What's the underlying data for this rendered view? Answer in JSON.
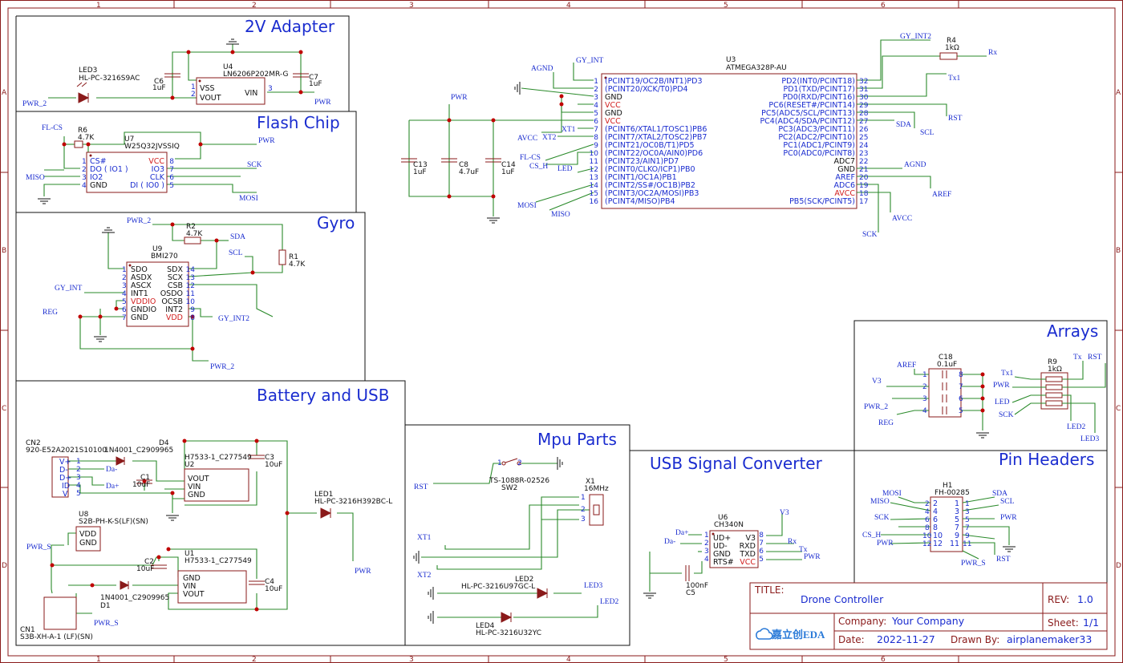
{
  "border": {
    "columns": [
      "1",
      "2",
      "3",
      "4",
      "5",
      "6"
    ],
    "rows": [
      "A",
      "B",
      "C",
      "D"
    ]
  },
  "sections": {
    "adapter": "2V Adapter",
    "flash": "Flash Chip",
    "gyro": "Gyro",
    "battery": "Battery and USB",
    "mpu": "Mpu Parts",
    "usb": "USB Signal Converter",
    "arrays": "Arrays",
    "headers": "Pin Headers"
  },
  "adapter": {
    "led3_ref": "LED3",
    "led3_val": "HL-PC-3216S9AC",
    "c6_ref": "C6",
    "c6_val": "1uF",
    "u4_ref": "U4",
    "u4_val": "LN6206P202MR-G",
    "c7_ref": "C7",
    "c7_val": "1uF",
    "pins": {
      "vss": "VSS",
      "vout": "VOUT",
      "vin": "VIN",
      "p1": "1",
      "p2": "2",
      "p3": "3"
    },
    "nets": {
      "pwr2": "PWR_2",
      "pwr": "PWR"
    }
  },
  "flash": {
    "r6_ref": "R6",
    "r6_val": "4.7K",
    "u7_ref": "U7",
    "u7_val": "W25Q32JVSSIQ",
    "left": [
      "CS#",
      "DO ( IO1 )",
      "IO2",
      "GND"
    ],
    "left_num": [
      "1",
      "2",
      "3",
      "4"
    ],
    "right": [
      "VCC",
      "IO3",
      "CLK",
      "DI ( IO0 )"
    ],
    "right_num": [
      "8",
      "7",
      "6",
      "5"
    ],
    "nets": {
      "flcs": "FL-CS",
      "pwr": "PWR",
      "miso": "MISO",
      "sck": "SCK",
      "mosi": "MOSI"
    }
  },
  "gyro": {
    "r2_ref": "R2",
    "r2_val": "4.7K",
    "r1_ref": "R1",
    "r1_val": "4.7K",
    "u9_ref": "U9",
    "u9_val": "BMI270",
    "left": [
      "SDO",
      "ASDX",
      "ASCX",
      "INT1",
      "VDDIO",
      "GNDIO",
      "GND"
    ],
    "left_num": [
      "1",
      "2",
      "3",
      "4",
      "5",
      "6",
      "7"
    ],
    "right": [
      "SDX",
      "SCX",
      "CSB",
      "OSDO",
      "OCSB",
      "INT2",
      "VDD"
    ],
    "right_num": [
      "14",
      "13",
      "12",
      "11",
      "10",
      "9",
      "8"
    ],
    "nets": {
      "pwr2": "PWR_2",
      "sda": "SDA",
      "scl": "SCL",
      "gyint": "GY_INT",
      "reg": "REG",
      "gyint2": "GY_INT2",
      "pwr2b": "PWR_2"
    }
  },
  "battery": {
    "cn2_ref": "CN2",
    "cn2_val": "920-E52A2021S10100",
    "cn2_pins": [
      "V+",
      "D-",
      "D+",
      "ID",
      "V"
    ],
    "cn2_num": [
      "1",
      "2",
      "3",
      "4",
      "5"
    ],
    "d4_ref": "D4",
    "d4_val": "1N4001_C2909965",
    "u2_ref": "U2",
    "u2_val": "H7533-1_C277549",
    "u2_pins": [
      "VOUT",
      "VIN",
      "GND"
    ],
    "c1_ref": "C1",
    "c1_val": "10uF",
    "c3_ref": "C3",
    "c3_val": "10uF",
    "u8_ref": "U8",
    "u8_val": "S2B-PH-K-S(LF)(SN)",
    "u8_pins": [
      "VDD",
      "GND"
    ],
    "u1_ref": "U1",
    "u1_val": "H7533-1_C277549",
    "u1_pins": [
      "GND",
      "VIN",
      "VOUT"
    ],
    "c2_ref": "C2",
    "c2_val": "10uF",
    "c4_ref": "C4",
    "c4_val": "10uF",
    "d1_ref": "D1",
    "d1_val": "1N4001_C2909965",
    "cn1_ref": "CN1",
    "cn1_val": "S3B-XH-A-1 (LF)(SN)",
    "led1_ref": "LED1",
    "led1_val": "HL-PC-3216H392BC-L",
    "nets": {
      "dminus": "Da-",
      "dplus": "Da+",
      "pwrs": "PWR_S",
      "pwrs2": "PWR_S",
      "pwr": "PWR"
    }
  },
  "mcu": {
    "u3_ref": "U3",
    "u3_val": "ATMEGA328P-AU",
    "left": [
      "(PCINT19/OC2B/INT1)PD3",
      "(PCINT20/XCK/T0)PD4",
      "GND",
      "VCC",
      "GND",
      "VCC",
      "(PCINT6/XTAL1/TOSC1)PB6",
      "(PCINT7/XTAL2/TOSC2)PB7",
      "(PCINT21/OC0B/T1)PD5",
      "(PCINT22/OC0A/AIN0)PD6",
      "(PCINT23/AIN1)PD7",
      "(PCINT0/CLKO/ICP1)PB0",
      "(PCINT1/OC1A)PB1",
      "(PCINT2/SS#/OC1B)PB2",
      "(PCINT3/OC2A/MOSI)PB3",
      "(PCINT4/MISO)PB4"
    ],
    "left_num": [
      "1",
      "2",
      "3",
      "4",
      "5",
      "6",
      "7",
      "8",
      "9",
      "10",
      "11",
      "12",
      "13",
      "14",
      "15",
      "16"
    ],
    "right": [
      "PD2(INT0/PCINT18)",
      "PD1(TXD/PCINT17)",
      "PD0(RXD/PCINT16)",
      "PC6(RESET#/PCINT14)",
      "PC5(ADC5/SCL/PCINT13)",
      "PC4(ADC4/SDA/PCINT12)",
      "PC3(ADC3/PCINT11)",
      "PC2(ADC2/PCINT10)",
      "PC1(ADC1/PCINT9)",
      "PC0(ADC0/PCINT8)",
      "ADC7",
      "GND",
      "AREF",
      "ADC6",
      "AVCC",
      "PB5(SCK/PCINT5)"
    ],
    "right_num": [
      "32",
      "31",
      "30",
      "29",
      "28",
      "27",
      "26",
      "25",
      "24",
      "23",
      "22",
      "21",
      "20",
      "19",
      "18",
      "17"
    ],
    "c13_ref": "C13",
    "c13_val": "1uF",
    "c8_ref": "C8",
    "c8_val": "4.7uF",
    "c14_ref": "C14",
    "c14_val": "1uF",
    "r4_ref": "R4",
    "r4_val": "1kΩ",
    "nets": {
      "agnd": "AGND",
      "gyint": "GY_INT",
      "pwr": "PWR",
      "avcc": "AVCC",
      "xt1": "XT1",
      "xt2": "XT2",
      "flcs": "FL-CS",
      "csh": "CS_H",
      "led": "LED",
      "mosi": "MOSI",
      "miso": "MISO",
      "gyint2": "GY_INT2",
      "rx": "Rx",
      "tx1": "Tx1",
      "rst": "RST",
      "sda": "SDA",
      "scl": "SCL",
      "agnd2": "AGND",
      "aref": "AREF",
      "avcc2": "AVCC",
      "sck": "SCK"
    }
  },
  "mpu": {
    "sw2_ref": "SW2",
    "sw2_val": "TS-1088R-02526",
    "x1_ref": "X1",
    "x1_val": "16MHz",
    "led2_ref": "LED2",
    "led2_val": "HL-PC-3216U97GC-L",
    "led4_ref": "LED4",
    "led4_val": "HL-PC-3216U32YC",
    "nets": {
      "rst": "RST",
      "xt1": "XT1",
      "xt2": "XT2",
      "led3": "LED3",
      "led2": "LED2"
    },
    "pins": {
      "s1": "1",
      "s2": "2",
      "x1": "1",
      "x2": "2",
      "x3": "3"
    }
  },
  "usb": {
    "u6_ref": "U6",
    "u6_val": "CH340N",
    "left": [
      "UD+",
      "UD-",
      "GND",
      "RTS#"
    ],
    "left_num": [
      "1",
      "2",
      "3",
      "4"
    ],
    "right": [
      "V3",
      "RXD",
      "TXD",
      "VCC"
    ],
    "right_num": [
      "8",
      "7",
      "6",
      "5"
    ],
    "c5_ref": "C5",
    "c5_val": "100nF",
    "nets": {
      "daplus": "Da+",
      "daminus": "Da-",
      "v3": "V3",
      "rx": "Rx",
      "tx": "Tx",
      "pwr": "PWR"
    }
  },
  "arrays": {
    "c18_ref": "C18",
    "c18_val": "0.1uF",
    "r9_ref": "R9",
    "r9_val": "1kΩ",
    "nets": {
      "aref": "AREF",
      "v3": "V3",
      "pwr2": "PWR_2",
      "reg": "REG",
      "tx": "Tx",
      "rst": "RST",
      "tx1": "Tx1",
      "pwr": "PWR",
      "led": "LED",
      "sck": "SCK",
      "led2": "LED2",
      "led3": "LED3"
    },
    "cpins_l": [
      "1",
      "2",
      "3",
      "4"
    ],
    "cpins_r": [
      "8",
      "7",
      "6",
      "5"
    ]
  },
  "headers": {
    "h1_ref": "H1",
    "h1_val": "FH-00285",
    "left_num": [
      "2",
      "4",
      "6",
      "8",
      "10",
      "12"
    ],
    "right_num": [
      "1",
      "3",
      "5",
      "7",
      "9",
      "11"
    ],
    "nets": {
      "mosi": "MOSI",
      "miso": "MISO",
      "sck": "SCK",
      "csh": "CS_H",
      "pwr": "PWR",
      "sda": "SDA",
      "scl": "SCL",
      "pwr2": "PWR",
      "pwrs": "PWR_S",
      "rst": "RST"
    }
  },
  "title_block": {
    "title_label": "TITLE:",
    "title": "Drone Controller",
    "rev_label": "REV:",
    "rev": "1.0",
    "company_label": "Company:",
    "company": "Your Company",
    "sheet_label": "Sheet:",
    "sheet": "1/1",
    "date_label": "Date:",
    "date": "2022-11-27",
    "drawn_label": "Drawn By:",
    "drawn": "airplanemaker33",
    "logo": "嘉立创EDA"
  }
}
